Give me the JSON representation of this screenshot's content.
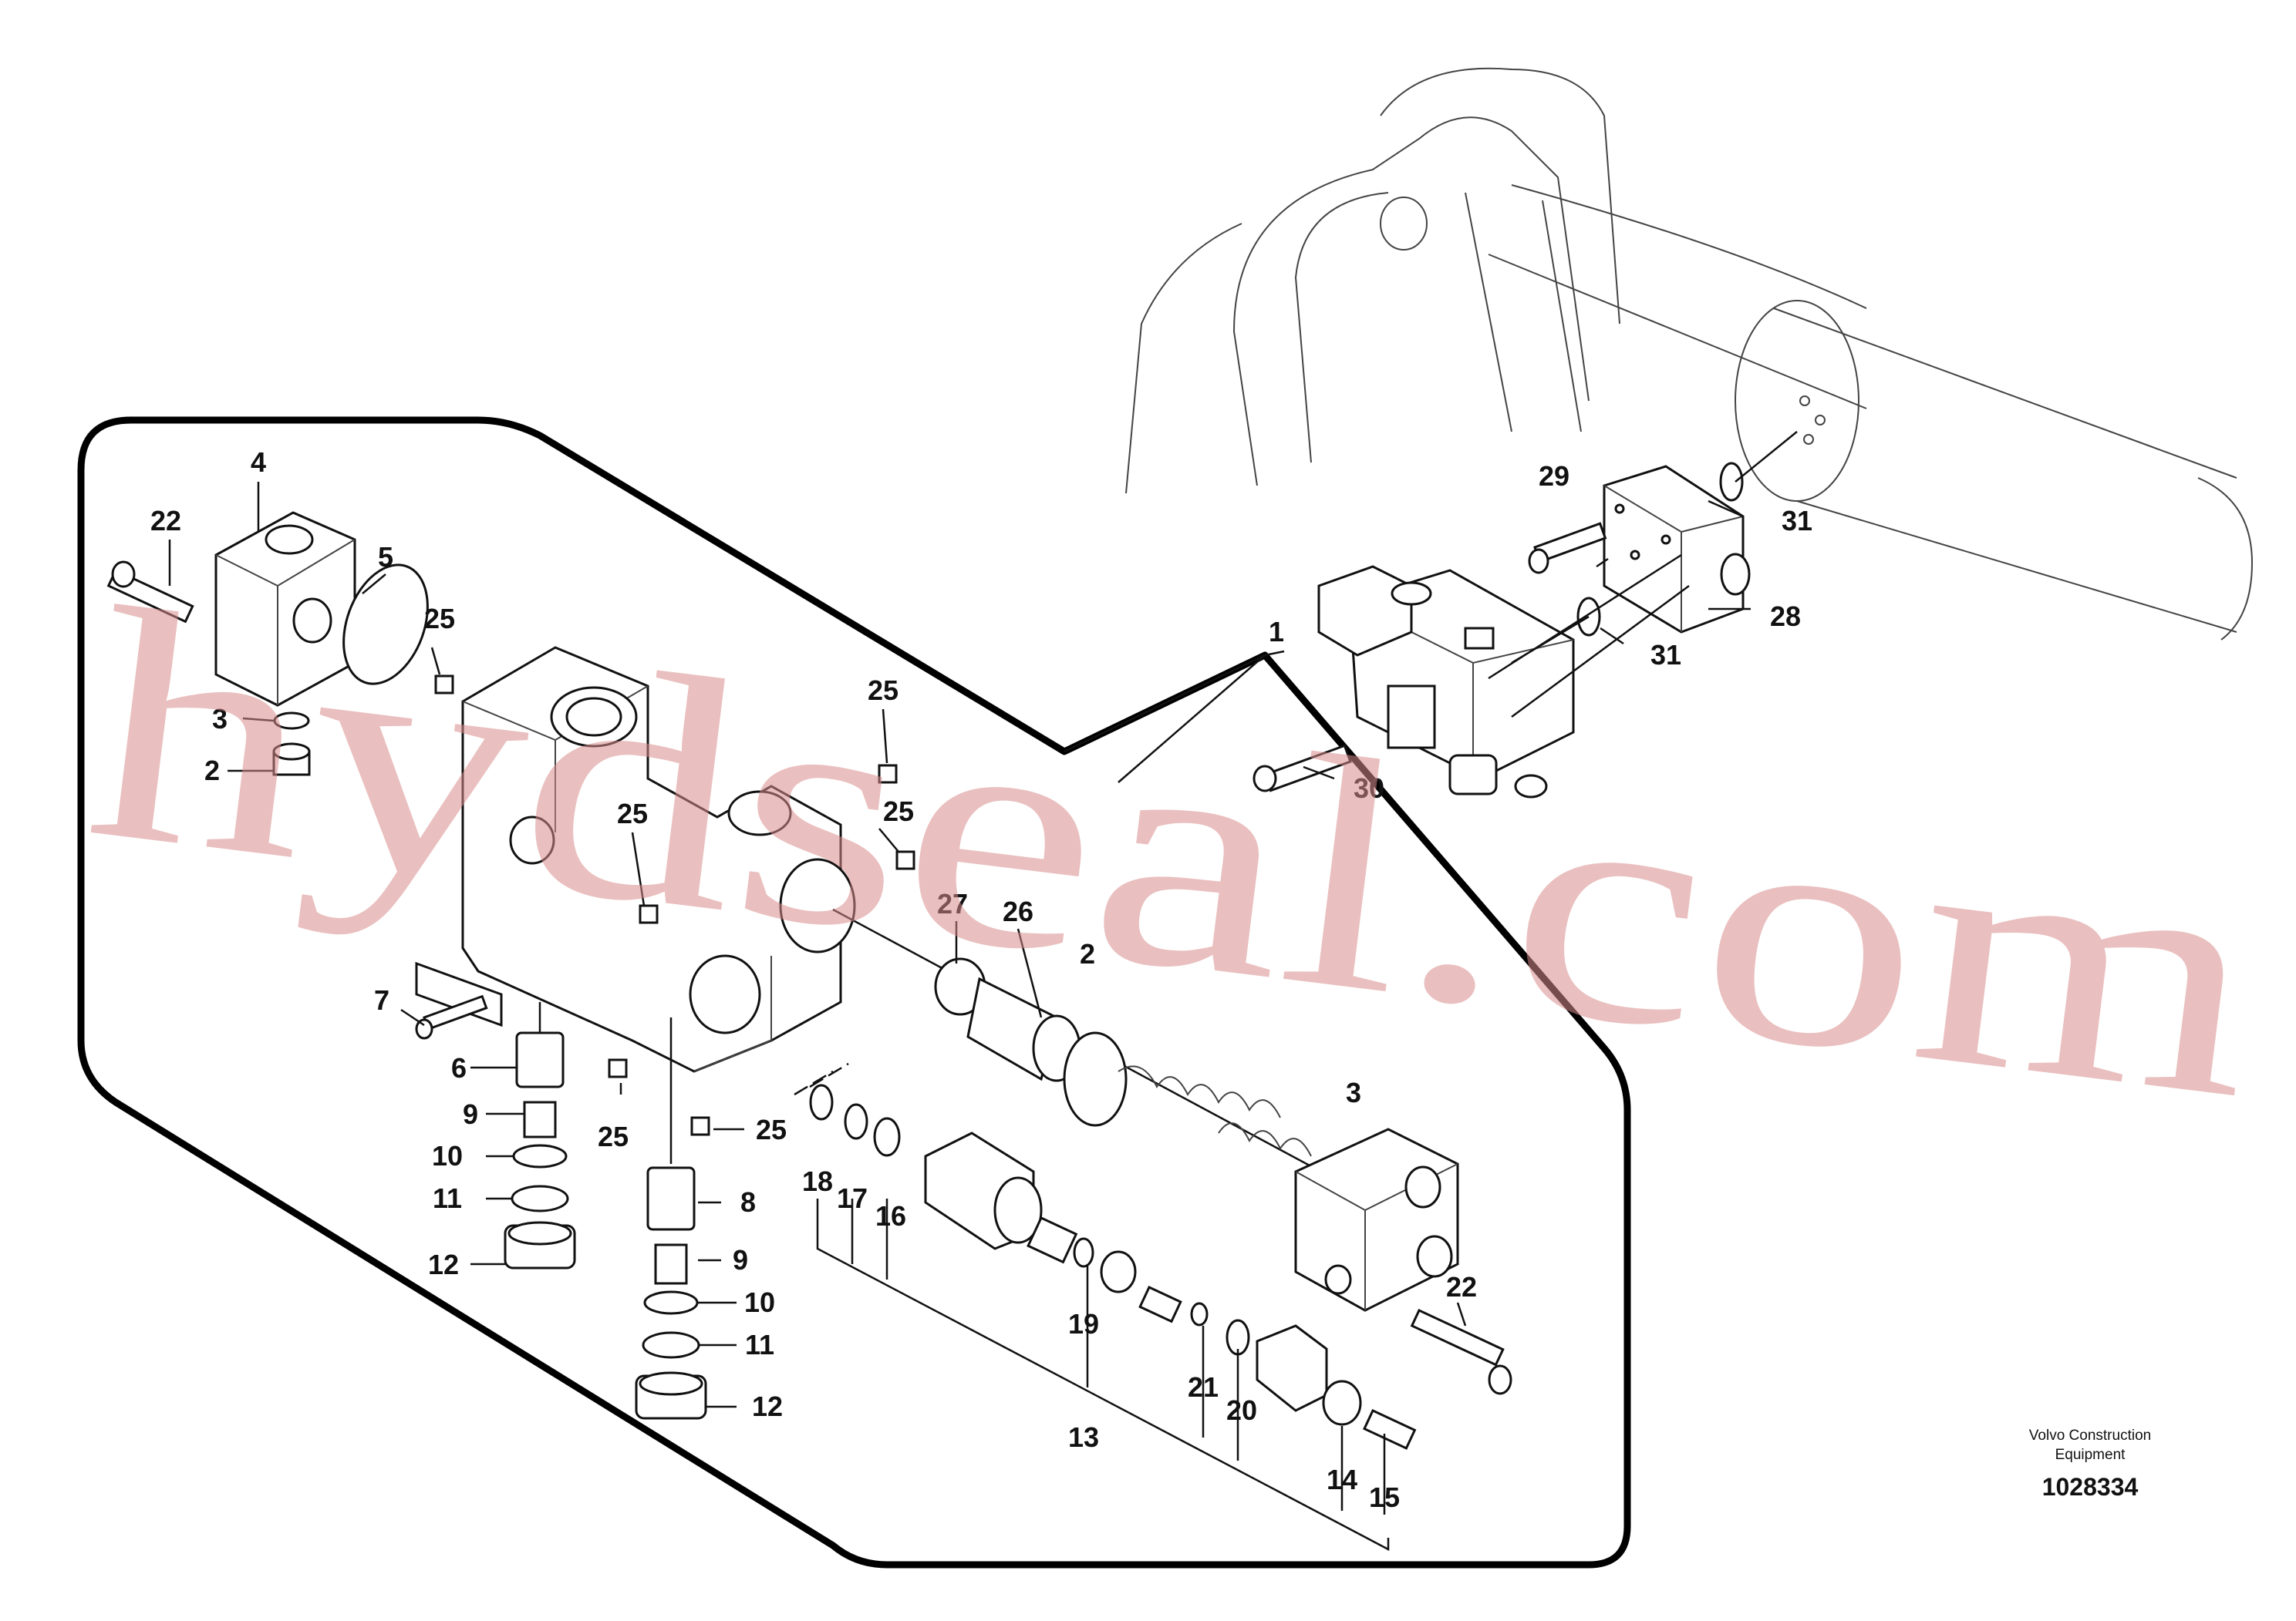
{
  "watermark": "hydseal.com",
  "manufacturer": "Volvo Construction",
  "manufacturer_line2": "Equipment",
  "drawing_number": "1028334",
  "colors": {
    "watermark": "#d98b8b",
    "line": "#111111",
    "background": "#ffffff"
  },
  "callouts": {
    "c1": "1",
    "c2": "2",
    "c3": "3",
    "c4": "4",
    "c5": "5",
    "c6": "6",
    "c7": "7",
    "c8": "8",
    "c9a": "9",
    "c9b": "9",
    "c10a": "10",
    "c10b": "10",
    "c11a": "11",
    "c11b": "11",
    "c12a": "12",
    "c12b": "12",
    "c13": "13",
    "c14": "14",
    "c15": "15",
    "c16": "16",
    "c17": "17",
    "c18": "18",
    "c19": "19",
    "c20": "20",
    "c21": "21",
    "c22a": "22",
    "c22b": "22",
    "c23": "3",
    "c24": "2",
    "c25a": "25",
    "c25b": "25",
    "c25c": "25",
    "c25d": "25",
    "c25e": "25",
    "c25f": "25",
    "c26": "26",
    "c27": "27",
    "c28": "28",
    "c29": "29",
    "c30": "30",
    "c31a": "31",
    "c31b": "31"
  }
}
